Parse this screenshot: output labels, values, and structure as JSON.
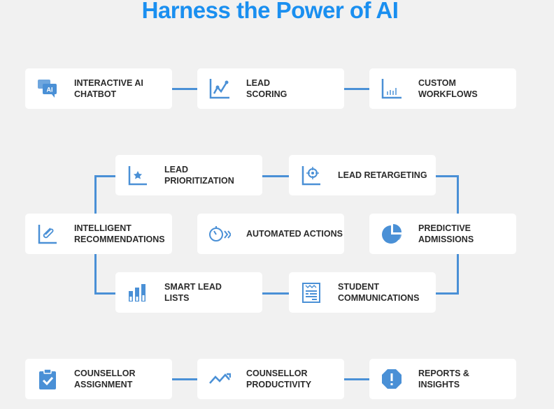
{
  "title": "Harness the Power of AI",
  "colors": {
    "title": "#1a8ff0",
    "accent": "#4a90d6",
    "background": "#f1f1f1"
  },
  "cards": [
    {
      "id": "chatbot",
      "lines": [
        "INTERACTIVE AI",
        "CHATBOT"
      ],
      "icon": "chat-ai-icon",
      "icon_text": "AI"
    },
    {
      "id": "lead-scoring",
      "lines": [
        "LEAD",
        "SCORING"
      ],
      "icon": "line-chart-icon"
    },
    {
      "id": "custom-workflows",
      "lines": [
        "CUSTOM",
        "WORKFLOWS"
      ],
      "icon": "bar-chart-icon"
    },
    {
      "id": "lead-prioritization",
      "lines": [
        "LEAD",
        "PRIORITIZATION"
      ],
      "icon": "star-chart-icon"
    },
    {
      "id": "lead-retargeting",
      "lines": [
        "LEAD RETARGETING"
      ],
      "icon": "target-chart-icon"
    },
    {
      "id": "intelligent-recommendations",
      "lines": [
        "INTELLIGENT",
        "RECOMMENDATIONS"
      ],
      "icon": "paperclip-chart-icon"
    },
    {
      "id": "automated-actions",
      "lines": [
        "AUTOMATED ACTIONS"
      ],
      "icon": "timer-forward-icon"
    },
    {
      "id": "predictive-admissions",
      "lines": [
        "PREDICTIVE",
        "ADMISSIONS"
      ],
      "icon": "pie-chart-icon"
    },
    {
      "id": "smart-lead-lists",
      "lines": [
        "SMART LEAD",
        "LISTS"
      ],
      "icon": "stacked-bars-icon"
    },
    {
      "id": "student-communications",
      "lines": [
        "STUDENT",
        "COMMUNICATIONS"
      ],
      "icon": "document-list-icon"
    },
    {
      "id": "counsellor-assignment",
      "lines": [
        "COUNSELLOR",
        "ASSIGNMENT"
      ],
      "icon": "clipboard-check-icon"
    },
    {
      "id": "counsellor-productivity",
      "lines": [
        "COUNSELLOR",
        "PRODUCTIVITY"
      ],
      "icon": "trend-icon"
    },
    {
      "id": "reports-insights",
      "lines": [
        "REPORTS &",
        "INSIGHTS"
      ],
      "icon": "alert-octagon-icon"
    }
  ]
}
